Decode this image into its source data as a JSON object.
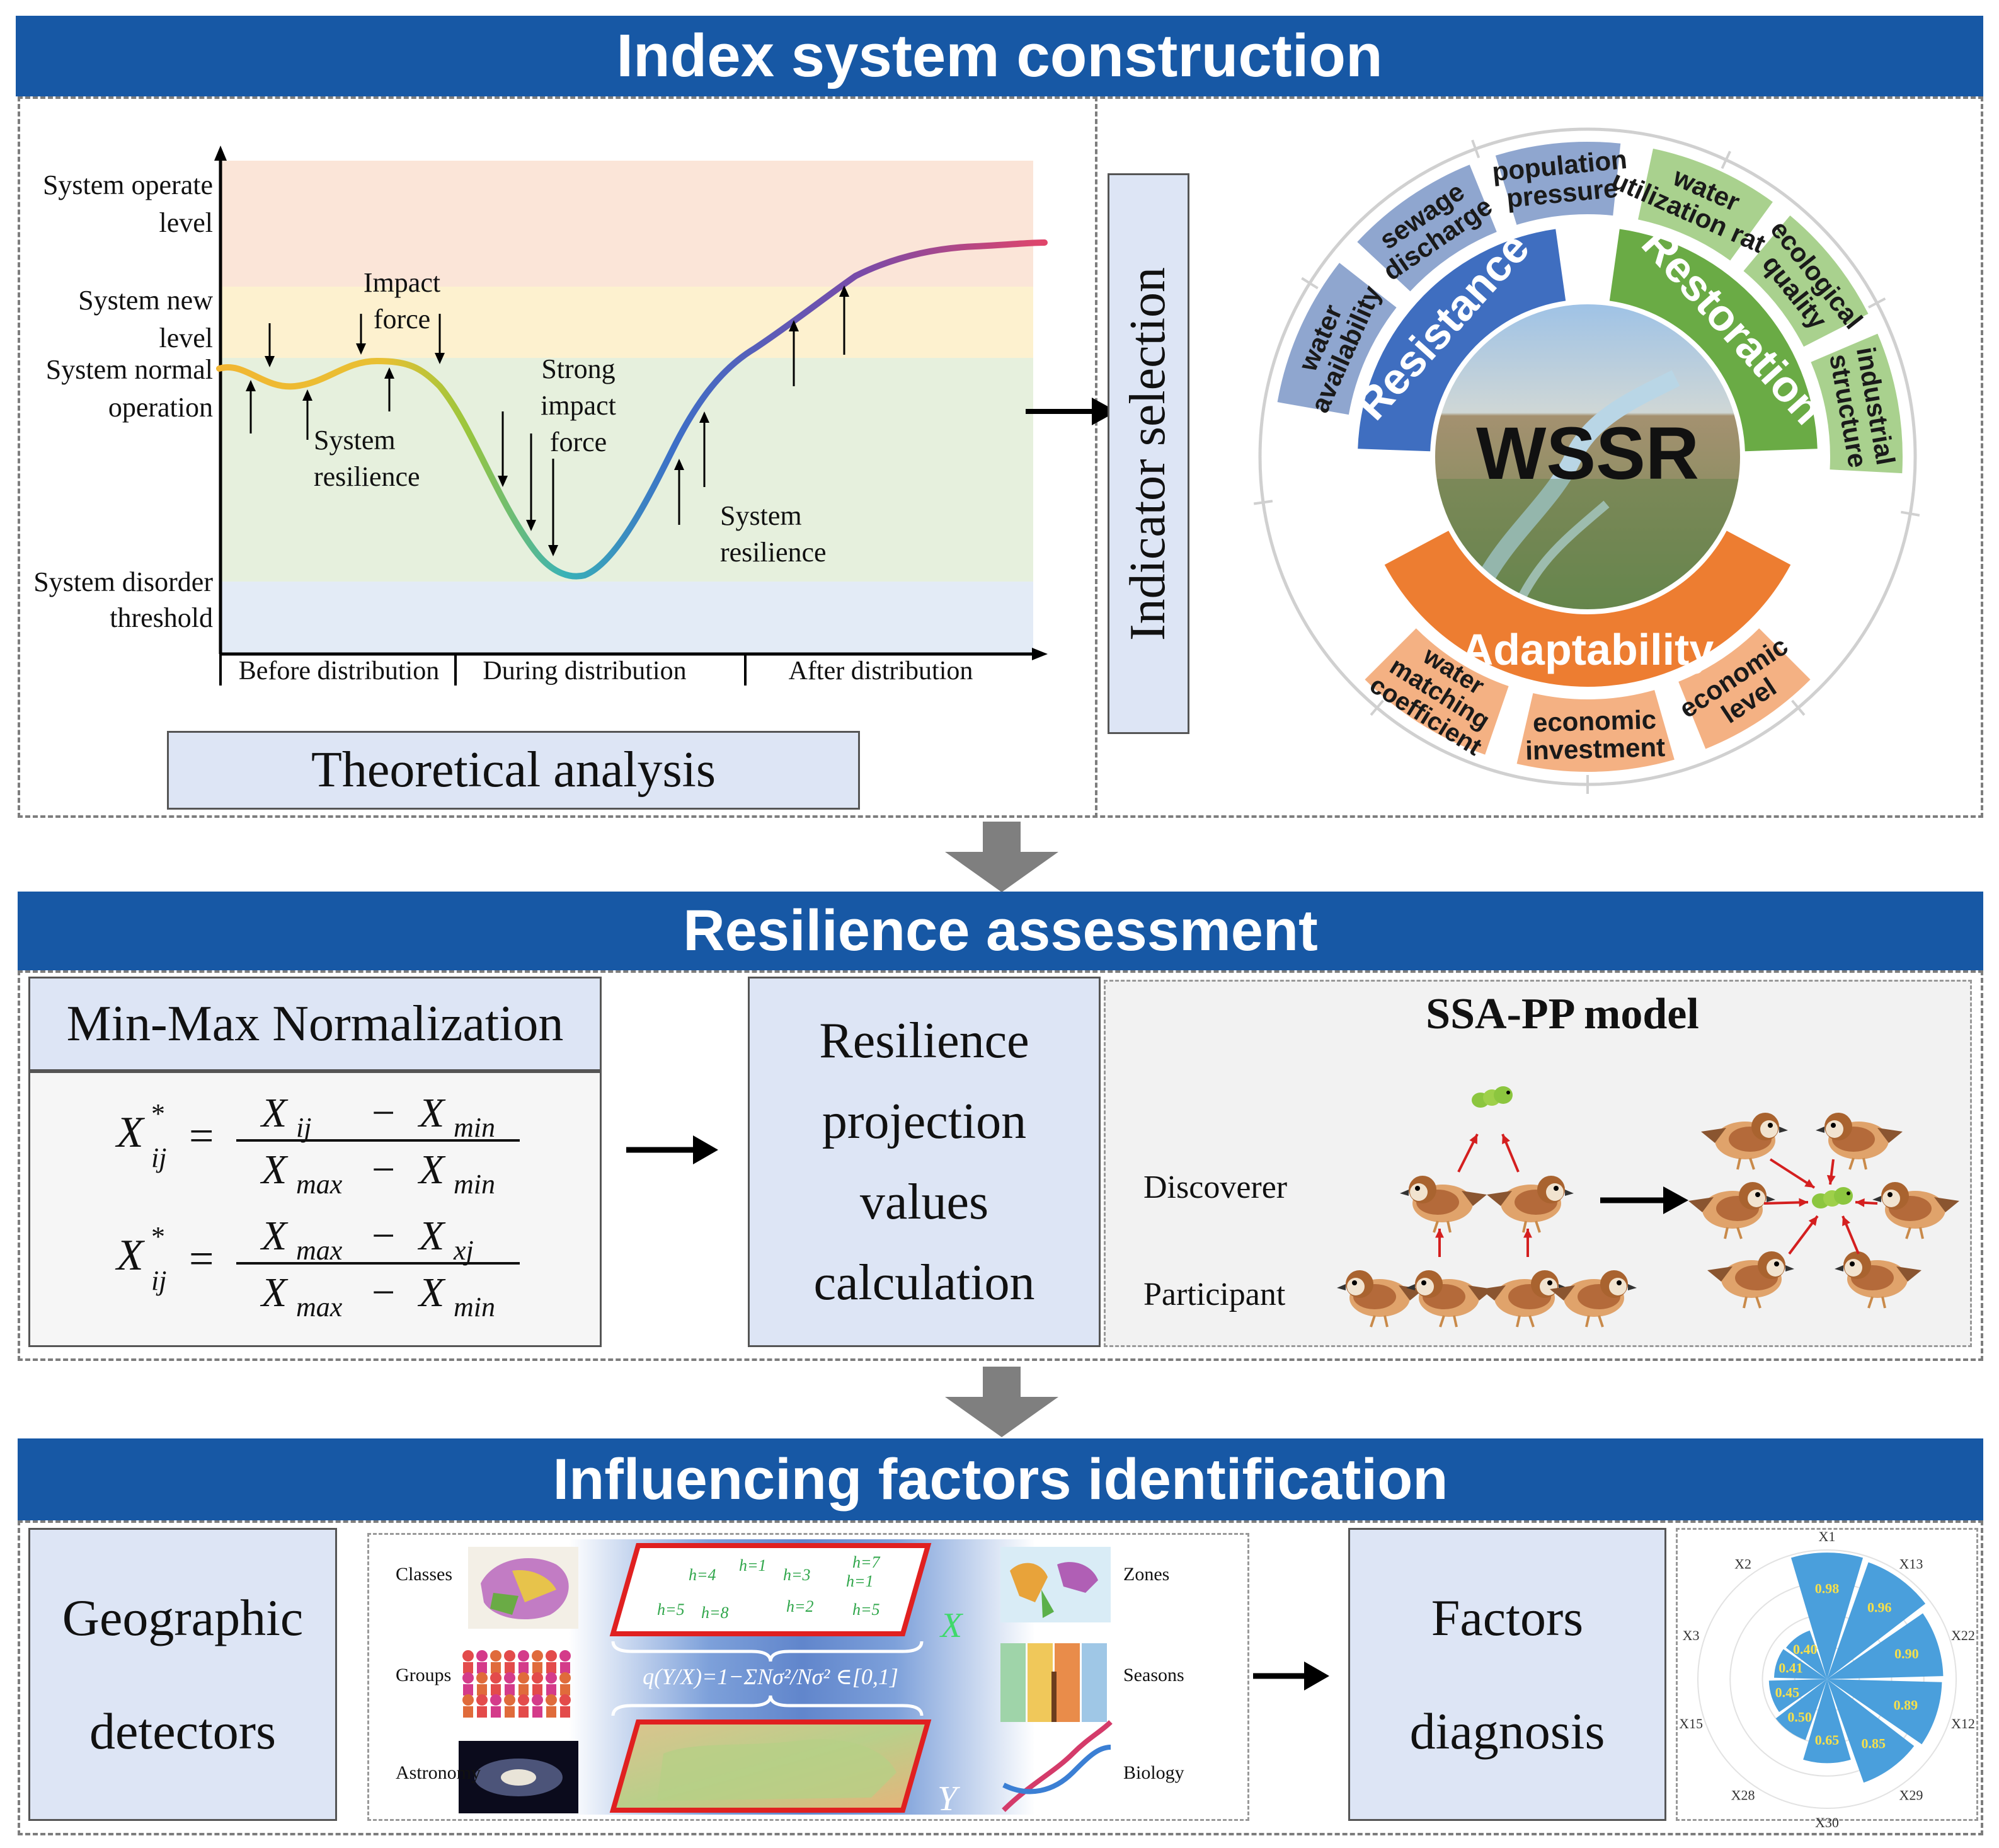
{
  "sections": {
    "index": {
      "title": "Index system construction"
    },
    "assessment": {
      "title": "Resilience assessment"
    },
    "factors": {
      "title": "Influencing factors identification"
    }
  },
  "theory_chart": {
    "y_levels": [
      "System operate level",
      "System new level",
      "System normal operation",
      "System disorder threshold"
    ],
    "y_level_lines": [
      [
        "System operate",
        "level"
      ],
      [
        "System new",
        "level"
      ],
      [
        "System normal",
        "operation"
      ],
      [
        "System disorder",
        "threshold"
      ]
    ],
    "phases": [
      "Before distribution",
      "During distribution",
      "After distribution"
    ],
    "annotations": {
      "impact_force": [
        "Impact",
        "force"
      ],
      "system_resilience_1": [
        "System",
        "resilience"
      ],
      "strong_impact_force": [
        "Strong",
        "impact",
        "force"
      ],
      "system_resilience_2": [
        "System",
        "resilience"
      ]
    },
    "band_colors": [
      "#fbe5d8",
      "#fdf1cf",
      "#e6f0dd",
      "#e3ebf6"
    ]
  },
  "theoretical_analysis_label": "Theoretical analysis",
  "indicator_selection_label": "Indicator selection",
  "wssr": {
    "center": "WSSR",
    "resistance": {
      "label": "Resistance",
      "color": "#3f6ec0",
      "indicators": [
        "water availability",
        "sewage discharge",
        "population pressure"
      ]
    },
    "restoration": {
      "label": "Restoration",
      "color": "#6aab45",
      "indicators": [
        "water utilization rate",
        "ecological quality",
        "industrial structure"
      ]
    },
    "adaptability": {
      "label": "Adaptability",
      "color": "#ed7d31",
      "indicators": [
        "economic level",
        "economic investment",
        "water matching coefficient"
      ]
    }
  },
  "minmax": {
    "title": "Min-Max Normalization",
    "formula1": {
      "lhs": "X",
      "lhs_sup": "*",
      "lhs_sub": "ij",
      "num": "X ij − X min",
      "den": "X max − X min"
    },
    "formula2": {
      "lhs": "X",
      "lhs_sup": "*",
      "lhs_sub": "ij",
      "num": "X max − X xj",
      "den": "X max − X min"
    }
  },
  "projection_box": [
    "Resilience",
    "projection",
    "values",
    "calculation"
  ],
  "ssa": {
    "title": "SSA-PP model",
    "discoverer": "Discoverer",
    "participant": "Participant"
  },
  "geo_detectors": [
    "Geographic",
    "detectors"
  ],
  "geo_panel": {
    "left_labels": [
      "Classes",
      "Groups",
      "Astronomy"
    ],
    "right_labels": [
      "Zones",
      "Seasons",
      "Biology"
    ],
    "h_labels": [
      "h=4",
      "h=1",
      "h=3",
      "h=7",
      "h=1",
      "h=2",
      "h=5",
      "h=8",
      "h=5"
    ],
    "x_label": "X",
    "y_label": "Y",
    "formula": "q(Y/X)=1−ΣNσ²/Nσ² ∈[0,1]"
  },
  "factors_diagnosis": [
    "Factors",
    "diagnosis"
  ],
  "rose": {
    "labels": [
      "X1",
      "X13",
      "X22",
      "X12",
      "X29",
      "X30",
      "X28",
      "X15",
      "X3",
      "X2"
    ],
    "values": [
      0.98,
      0.96,
      0.9,
      0.89,
      0.85,
      0.65,
      0.5,
      0.45,
      0.41,
      0.4
    ],
    "value_labels": [
      "0.98",
      "0.96",
      "0.90",
      "0.89",
      "0.85",
      "0.65",
      "0.50",
      "0.45",
      "0.41",
      "0.40"
    ],
    "color": "#4a9fdc"
  }
}
